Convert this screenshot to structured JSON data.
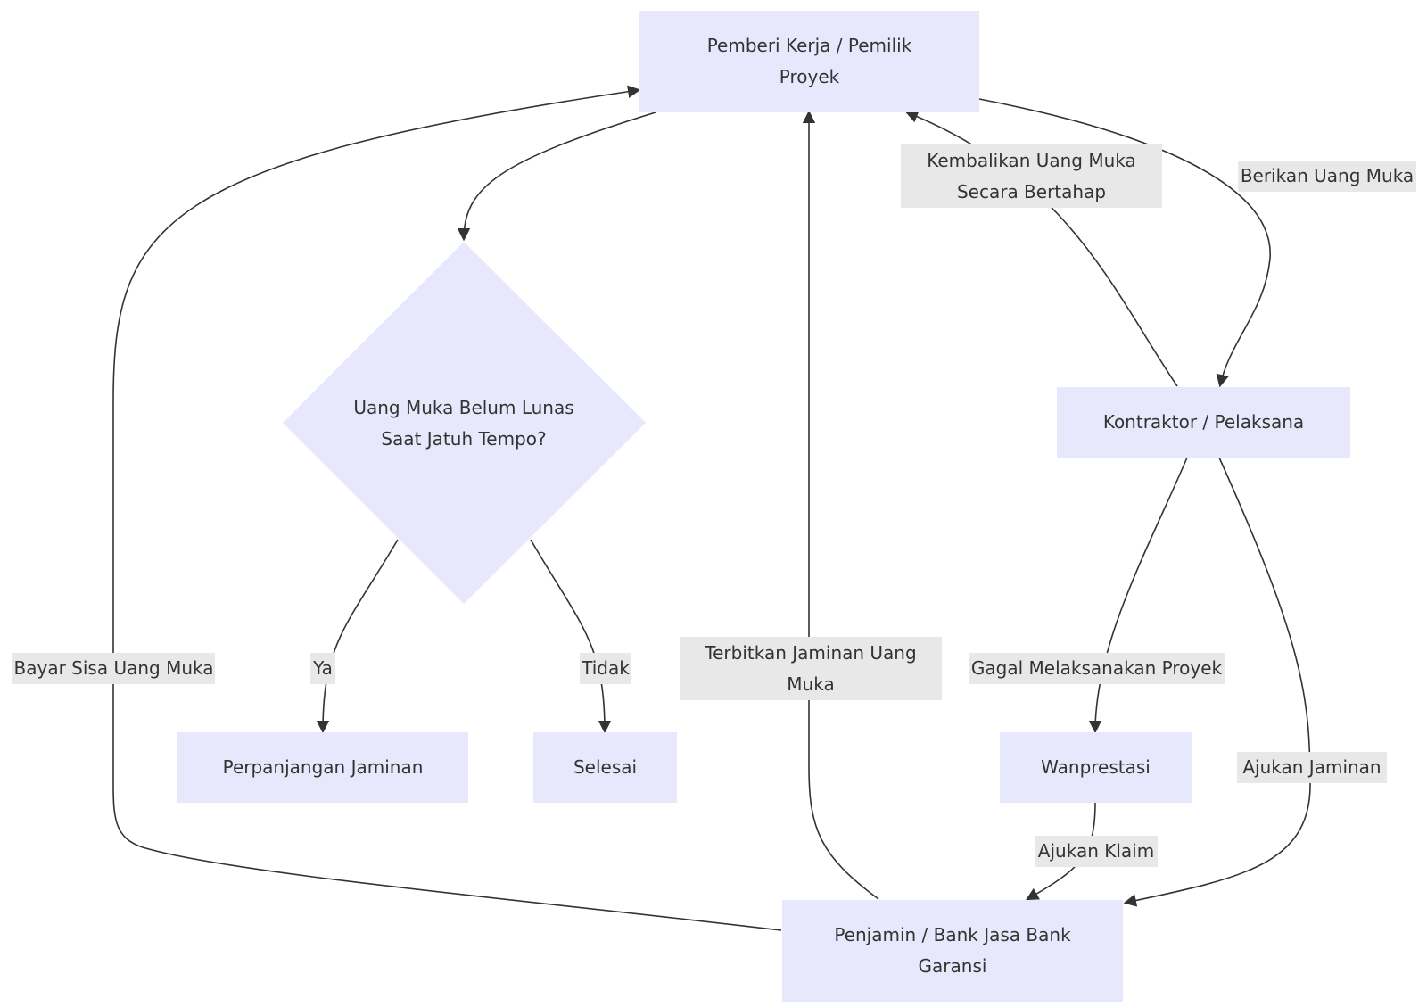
{
  "nodes": {
    "owner": "Pemberi Kerja / Pemilik Proyek",
    "decision": "Uang Muka Belum Lunas Saat Jatuh Tempo?",
    "contractor": "Kontraktor / Pelaksana",
    "extension": "Perpanjangan Jaminan",
    "done": "Selesai",
    "default": "Wanprestasi",
    "guarantor": "Penjamin / Bank Jasa Bank Garansi"
  },
  "edges": {
    "give_advance": "Berikan Uang Muka",
    "return_advance": "Kembalikan Uang Muka Secara Bertahap",
    "pay_remaining": "Bayar Sisa Uang Muka",
    "yes": "Ya",
    "no": "Tidak",
    "issue_guarantee": "Terbitkan Jaminan Uang Muka",
    "fail_project": "Gagal Melaksanakan Proyek",
    "submit_guarantee": "Ajukan Jaminan",
    "submit_claim": "Ajukan Klaim"
  },
  "colors": {
    "node_fill": "#e8e8fc",
    "label_fill": "#e8e8e8",
    "line": "#333333"
  }
}
